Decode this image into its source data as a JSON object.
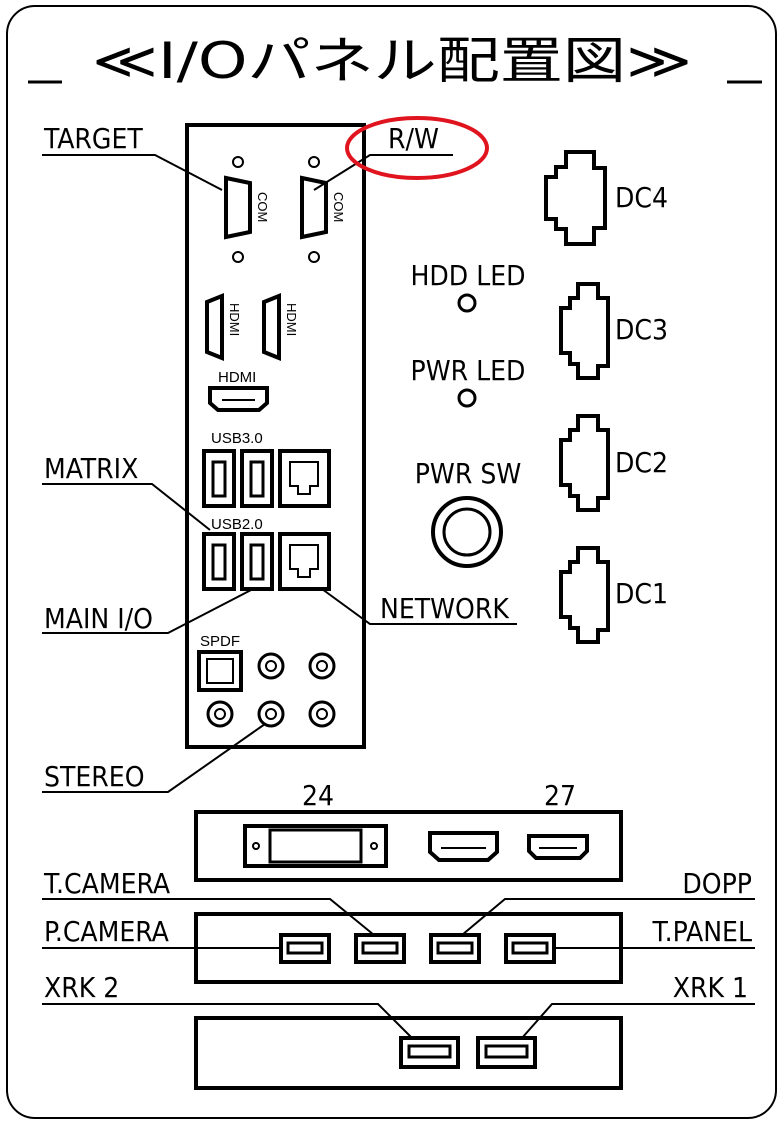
{
  "title": "≪I/Oパネル配置図≫",
  "labels": {
    "target": "TARGET",
    "rw": "R/W",
    "matrix": "MATRIX",
    "main_io": "MAIN I/O",
    "network": "NETWORK",
    "stereo": "STEREO",
    "hdd_led": "HDD LED",
    "pwr_led": "PWR LED",
    "pwr_sw": "PWR SW",
    "dc4": "DC4",
    "dc3": "DC3",
    "dc2": "DC2",
    "dc1": "DC1",
    "num24": "24",
    "num27": "27",
    "t_camera": "T.CAMERA",
    "p_camera": "P.CAMERA",
    "dopp": "DOPP",
    "t_panel": "T.PANEL",
    "xrk2": "XRK 2",
    "xrk1": "XRK 1"
  },
  "port_labels": {
    "com": "COM",
    "hdmi": "HDMI",
    "usb30": "USB3.0",
    "usb20": "USB2.0",
    "spdf": "SPDF"
  },
  "colors": {
    "line": "#000000",
    "highlight_circle": "#e0141e",
    "background": "#ffffff"
  }
}
